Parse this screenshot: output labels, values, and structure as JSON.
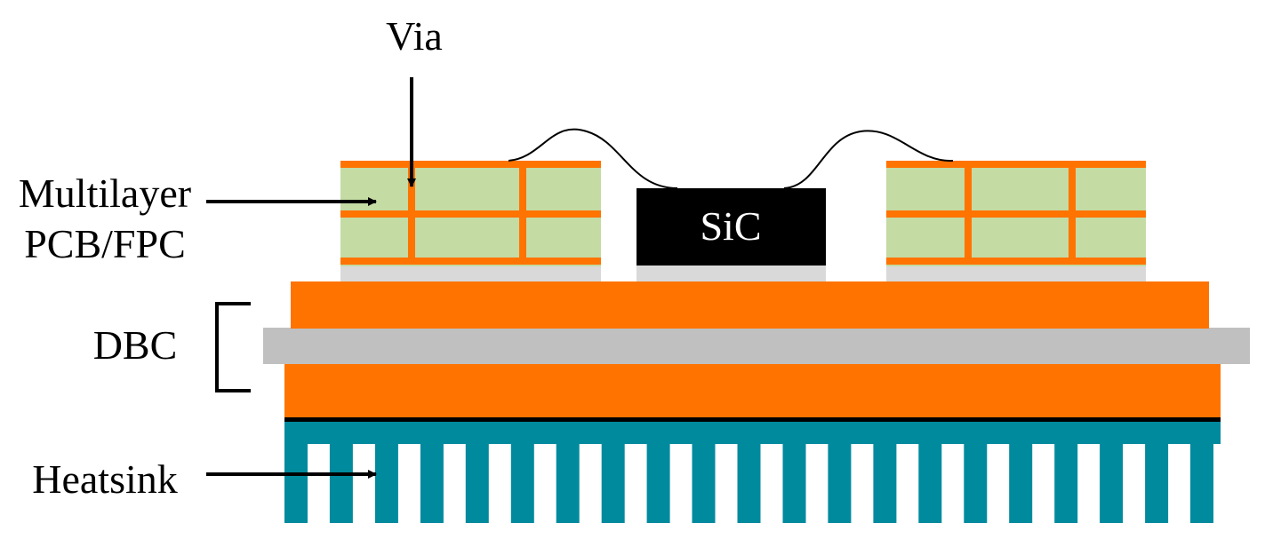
{
  "labels": {
    "via": "Via",
    "pcb_line1": "Multilayer",
    "pcb_line2": "PCB/FPC",
    "dbc": "DBC",
    "heatsink": "Heatsink",
    "chip": "SiC"
  },
  "colors": {
    "copper": "#FF7300",
    "pcb_dielectric": "#C4DBA4",
    "ceramic": "#C0C0C0",
    "solder": "#D9D9D9",
    "chip": "#000000",
    "heatsink": "#008A9E"
  }
}
